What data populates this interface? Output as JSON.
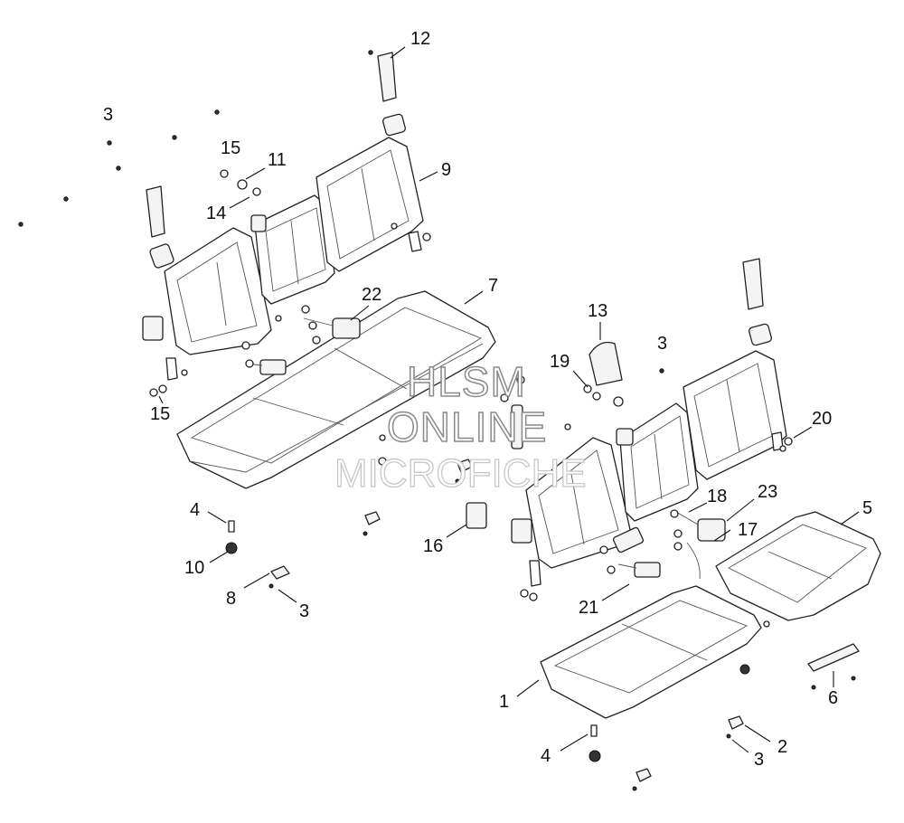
{
  "callouts": [
    {
      "id": "c12",
      "text": "12"
    },
    {
      "id": "c3a",
      "text": "3"
    },
    {
      "id": "c15a",
      "text": "15"
    },
    {
      "id": "c11",
      "text": "11"
    },
    {
      "id": "c9",
      "text": "9"
    },
    {
      "id": "c14",
      "text": "14"
    },
    {
      "id": "c22",
      "text": "22"
    },
    {
      "id": "c7",
      "text": "7"
    },
    {
      "id": "c13",
      "text": "13"
    },
    {
      "id": "c3b",
      "text": "3"
    },
    {
      "id": "c19",
      "text": "19"
    },
    {
      "id": "c15b",
      "text": "15"
    },
    {
      "id": "c20",
      "text": "20"
    },
    {
      "id": "c4a",
      "text": "4"
    },
    {
      "id": "c10",
      "text": "10"
    },
    {
      "id": "c16",
      "text": "16"
    },
    {
      "id": "c18",
      "text": "18"
    },
    {
      "id": "c23",
      "text": "23"
    },
    {
      "id": "c5",
      "text": "5"
    },
    {
      "id": "c17",
      "text": "17"
    },
    {
      "id": "c8",
      "text": "8"
    },
    {
      "id": "c3c",
      "text": "3"
    },
    {
      "id": "c21",
      "text": "21"
    },
    {
      "id": "c6",
      "text": "6"
    },
    {
      "id": "c1",
      "text": "1"
    },
    {
      "id": "c2",
      "text": "2"
    },
    {
      "id": "c4b",
      "text": "4"
    },
    {
      "id": "c3d",
      "text": "3"
    }
  ],
  "watermark": {
    "line1": "HLSM",
    "line2": "ONLINE",
    "line3": "MICROFICHE"
  }
}
